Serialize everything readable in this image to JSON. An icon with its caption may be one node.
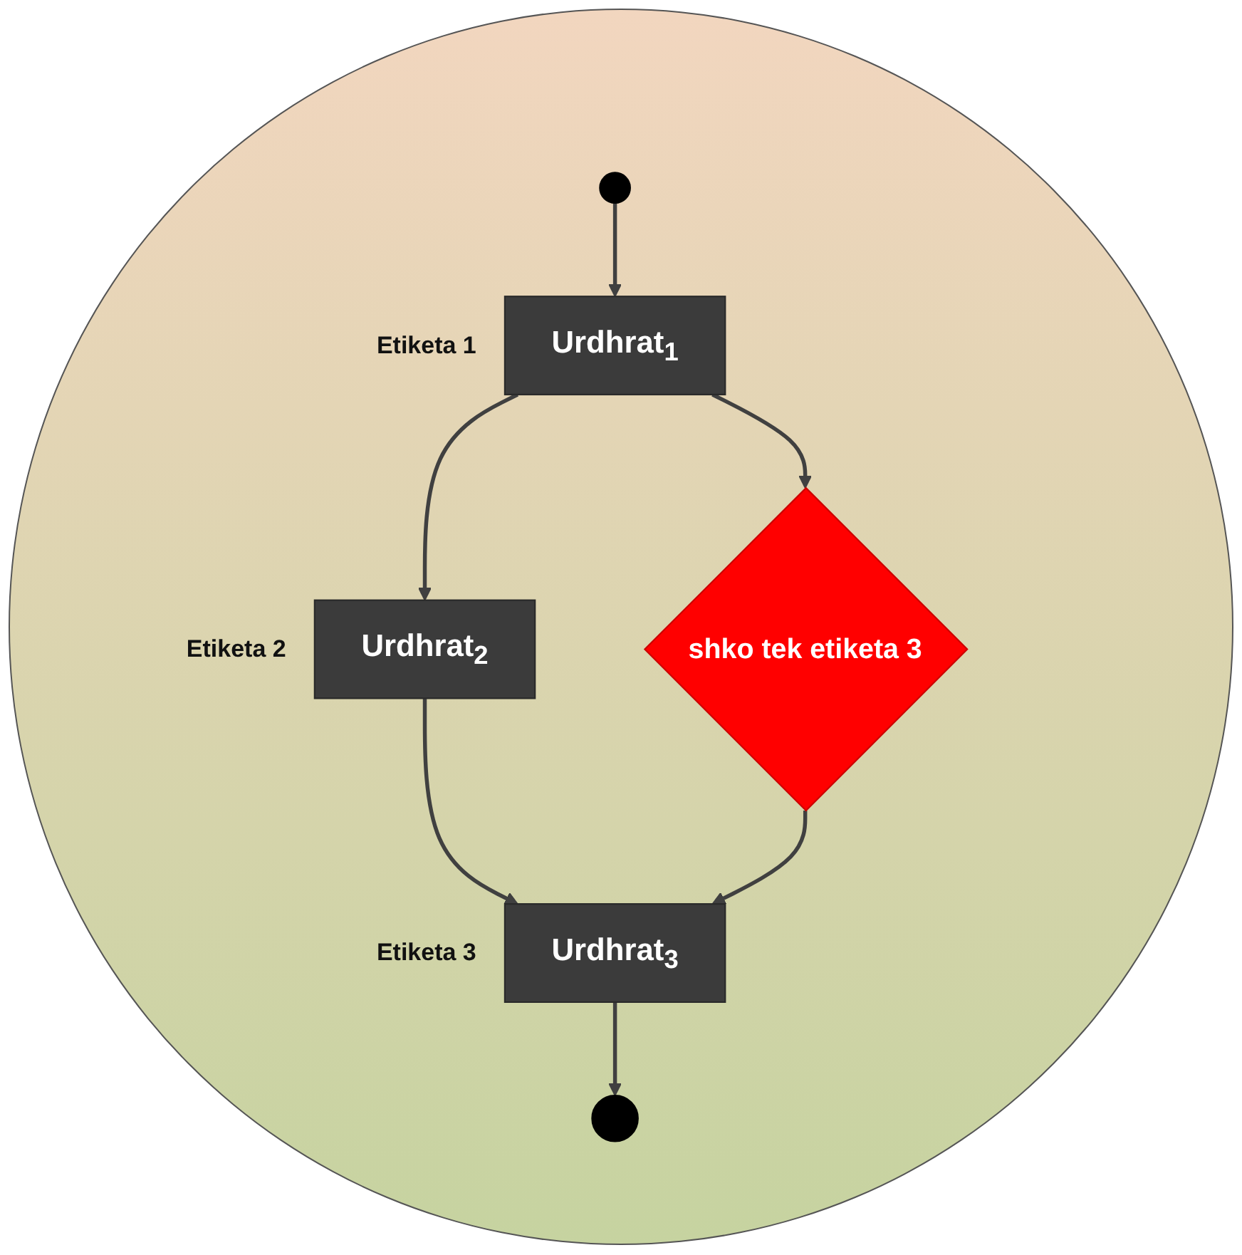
{
  "diagram": {
    "nodes": [
      {
        "text": [],
        "shape": "circle"
      },
      {
        "text": [
          "Urdhrat$_{1}$"
        ],
        "beside": [
          "Etiketa 1"
        ]
      },
      {
        "text": [
          "Urdhrat$_{2}$"
        ],
        "beside": [
          "Etiketa 2"
        ]
      },
      {
        "text": [
          "Urdhrat$_{3}$"
        ],
        "beside": [
          "Etiketa 3"
        ]
      },
      {
        "text": [
          "shko tek etiketa 3"
        ]
      },
      {
        "text": [],
        "shape": "circle"
      }
    ],
    "edges": [
      {
        "from": 0,
        "to": 1,
        "arrow": "to"
      },
      {
        "from": 1,
        "to": 2,
        "arrow": "to"
      },
      {
        "from": 2,
        "to": 3,
        "arrow": "to"
      },
      {
        "from": 1,
        "to": 4,
        "arrow": "to"
      },
      {
        "from": 4,
        "to": 3,
        "arrow": "to"
      },
      {
        "from": 3,
        "to": 5,
        "arrow": "to"
      }
    ]
  }
}
